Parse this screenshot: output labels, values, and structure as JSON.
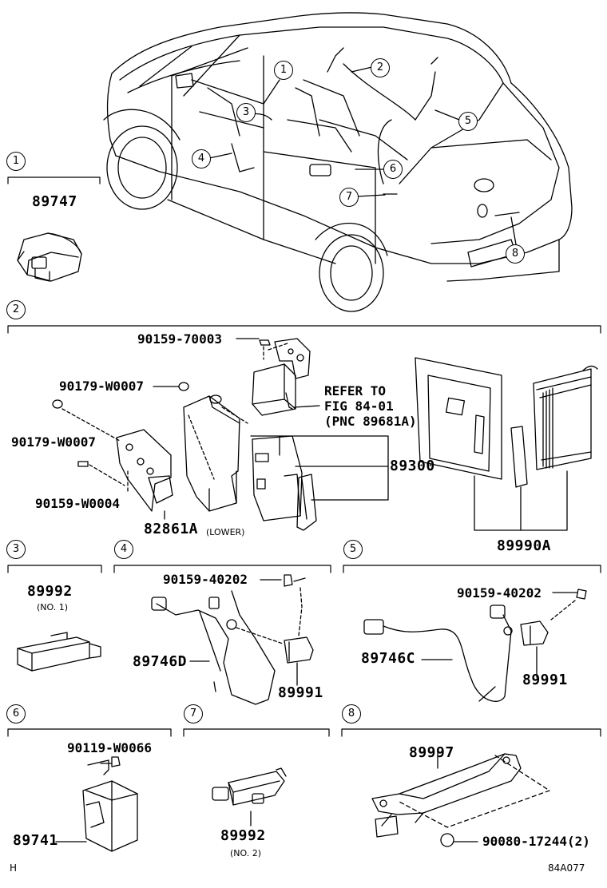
{
  "callouts": [
    "1",
    "2",
    "3",
    "4",
    "5",
    "6",
    "7",
    "8"
  ],
  "sections": {
    "s1": {
      "num": "1",
      "parts": {
        "p1": "89747"
      }
    },
    "s2": {
      "num": "2",
      "parts": {
        "bolt_a": "90159-70003",
        "nut_a": "90179-W0007",
        "nut_b": "90179-W0007",
        "bolt_b": "90159-W0004",
        "ecu": "89300",
        "bracket": "82861A",
        "bracket_note": "(LOWER)",
        "kit": "89990A",
        "refer_1": "REFER TO",
        "refer_2": "FIG 84-01",
        "refer_3": "(PNC 89681A)"
      }
    },
    "s3": {
      "num": "3",
      "parts": {
        "p1": "89992",
        "note": "(NO. 1)"
      }
    },
    "s4": {
      "num": "4",
      "parts": {
        "bolt": "90159-40202",
        "harness": "89746D",
        "sensor": "89991"
      }
    },
    "s5": {
      "num": "5",
      "parts": {
        "bolt": "90159-40202",
        "harness": "89746C",
        "sensor": "89991"
      }
    },
    "s6": {
      "num": "6",
      "parts": {
        "bolt": "90119-W0066",
        "p1": "89741"
      }
    },
    "s7": {
      "num": "7",
      "parts": {
        "p1": "89992",
        "note": "(NO. 2)"
      }
    },
    "s8": {
      "num": "8",
      "parts": {
        "handle": "89997",
        "nut": "90080-17244(2)"
      }
    }
  },
  "footer": {
    "left": "H",
    "right": "84A077"
  }
}
